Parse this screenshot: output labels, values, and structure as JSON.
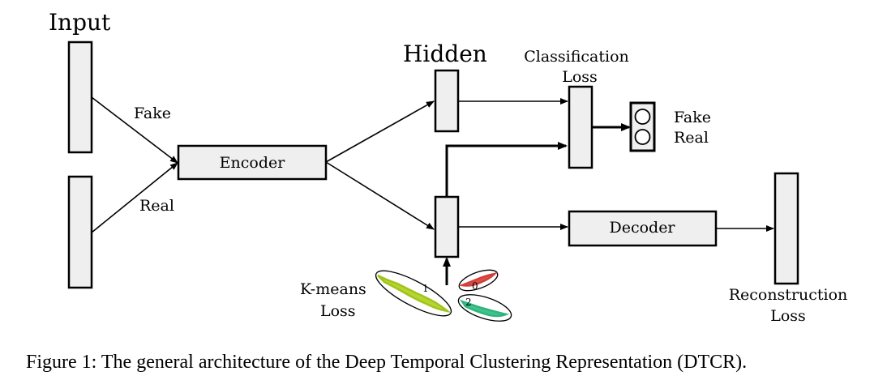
{
  "labels": {
    "input": "Input",
    "hidden": "Hidden",
    "fake_edge": "Fake",
    "real_edge": "Real",
    "encoder": "Encoder",
    "decoder": "Decoder",
    "classification_loss_line1": "Classification",
    "classification_loss_line2": "Loss",
    "output_fake": "Fake",
    "output_real": "Real",
    "kmeans_line1": "K-means",
    "kmeans_line2": "Loss",
    "reconstruction_line1": "Reconstruction",
    "reconstruction_line2": "Loss",
    "cluster_1": "1",
    "cluster_0": "0",
    "cluster_2": "2"
  },
  "caption": "Figure 1: The general architecture of the Deep Temporal Clustering Representation (DTCR).",
  "colors": {
    "block_fill": "#efefef",
    "cluster_1": "#b5d62f",
    "cluster_0": "#e0504a",
    "cluster_2": "#3ec48c"
  }
}
